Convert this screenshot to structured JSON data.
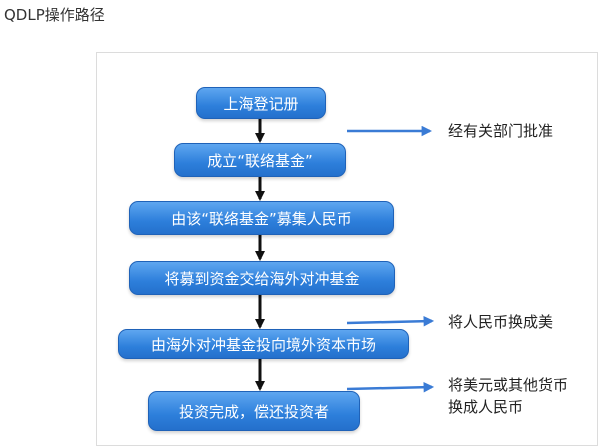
{
  "title": "QDLP操作路径",
  "flow": {
    "steps": [
      {
        "label": "上海登记册"
      },
      {
        "label": "成立“联络基金”"
      },
      {
        "label": "由该“联络基金”募集人民币"
      },
      {
        "label": "将募到资金交给海外对冲基金"
      },
      {
        "label": "由海外对冲基金投向境外资本市场"
      },
      {
        "label": "投资完成，偿还投资者"
      }
    ],
    "side_notes": [
      {
        "lines": [
          "经有关部门批准"
        ]
      },
      {
        "lines": [
          "将人民币换成美"
        ]
      },
      {
        "lines": [
          "将美元或其他货币",
          "换成人民币"
        ]
      }
    ]
  },
  "colors": {
    "box_top": "#5ea6f0",
    "box_bottom": "#2470cc",
    "side_arrow": "#3a7bd5",
    "main_arrow": "#111111"
  }
}
